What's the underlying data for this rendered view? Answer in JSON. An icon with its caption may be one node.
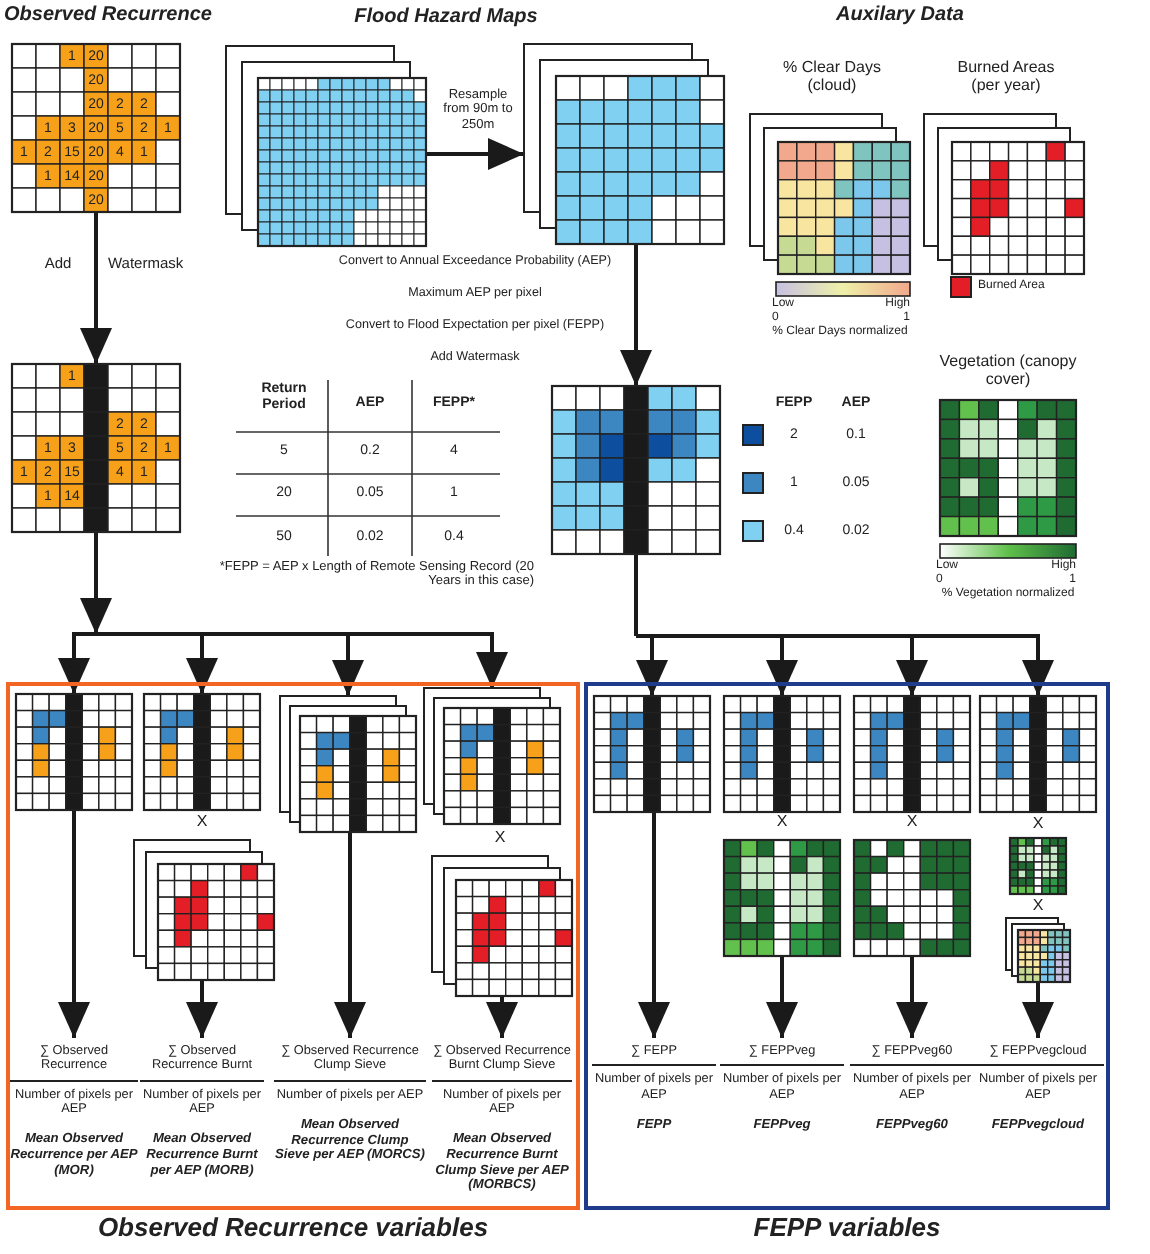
{
  "diagram": {
    "nodes": [
      {
        "text": [
          "Observed Recurrence"
        ]
      },
      {
        "text": [
          "Flood Hazard Maps"
        ]
      },
      {
        "text": [],
        "shape": "grid"
      },
      {
        "text": [],
        "shape": "grid"
      },
      {
        "text": [],
        "shape": "grid"
      },
      {
        "text": [
          "% Clear Days (cloud)"
        ]
      },
      {
        "text": [
          "Burned Areas (per year)"
        ]
      },
      {
        "text": [
          "Vegetation (canopy cover)"
        ]
      },
      {
        "text": [
          "Observed Recurrence variables"
        ]
      },
      {
        "text": [
          "FEPP variables"
        ]
      },
      {
        "text": [],
        "shape": "grid",
        "in": 8
      },
      {
        "text": [
          "∑ Observed Recurrence",
          "Number of pixels per AEP",
          "Mean Observed Recurrence per AEP (MOR)"
        ],
        "in": 8
      },
      {
        "text": [],
        "shape": "grid",
        "in": 8
      },
      {
        "text": [],
        "shape": "grid",
        "in": 8
      },
      {
        "text": [
          "∑ Observed Recurrence Burnt",
          "Number of pixels per AEP",
          "Mean Observed Recurrence Burnt per AEP (MORB)"
        ],
        "in": 8
      },
      {
        "text": [],
        "shape": "grid",
        "in": 8
      },
      {
        "text": [
          "∑ Observed Recurrence Clump Sieve",
          "Number of pixels per AEP",
          "Mean Observed Recurrence Clump Sieve per AEP (MORCS)"
        ],
        "in": 8
      },
      {
        "text": [],
        "shape": "grid",
        "in": 8
      },
      {
        "text": [],
        "shape": "grid",
        "in": 8
      },
      {
        "text": [
          "∑ Observed Recurrence Burnt Clump Sieve",
          "Number of pixels per AEP",
          "Mean Observed Recurrence Burnt Clump Sieve per AEP (MORBCS)"
        ],
        "in": 8
      },
      {
        "text": [],
        "shape": "grid",
        "in": 9
      },
      {
        "text": [
          "∑ FEPP",
          "Number of pixels per AEP",
          "FEPP"
        ],
        "in": 9
      },
      {
        "text": [],
        "shape": "grid",
        "in": 9
      },
      {
        "text": [],
        "shape": "grid",
        "in": 9
      },
      {
        "text": [
          "∑ FEPPveg",
          "Number of pixels per AEP",
          "FEPPveg"
        ],
        "in": 9
      },
      {
        "text": [],
        "shape": "grid",
        "in": 9
      },
      {
        "text": [],
        "shape": "grid",
        "in": 9
      },
      {
        "text": [
          "∑ FEPPveg60",
          "Number of pixels per AEP",
          "FEPPveg60"
        ],
        "in": 9
      },
      {
        "text": [],
        "shape": "grid",
        "in": 9
      },
      {
        "text": [],
        "shape": "grid",
        "in": 9
      },
      {
        "text": [],
        "shape": "grid",
        "in": 9
      },
      {
        "text": [
          "∑ FEPPvegcloud",
          "Number of pixels per AEP",
          "FEPPvegcloud"
        ],
        "in": 9
      }
    ],
    "edges": [
      {
        "from": 0,
        "to": 3,
        "arrow": "to"
      },
      {
        "from": 1,
        "to": 2,
        "arrow": "to",
        "label": "Resample from 90m to 250m"
      },
      {
        "from": 2,
        "to": 4,
        "arrow": "to"
      },
      {
        "from": 3,
        "to": 10,
        "arrow": "to"
      },
      {
        "from": 3,
        "to": 12,
        "arrow": "to"
      },
      {
        "from": 3,
        "to": 15,
        "arrow": "to"
      },
      {
        "from": 3,
        "to": 17,
        "arrow": "to"
      },
      {
        "from": 4,
        "to": 20,
        "arrow": "to"
      },
      {
        "from": 4,
        "to": 22,
        "arrow": "to"
      },
      {
        "from": 4,
        "to": 25,
        "arrow": "to"
      },
      {
        "from": 4,
        "to": 28,
        "arrow": "to"
      },
      {
        "from": 10,
        "to": 11,
        "arrow": "to"
      },
      {
        "from": 13,
        "to": 14,
        "arrow": "to"
      },
      {
        "from": 15,
        "to": 16,
        "arrow": "to"
      },
      {
        "from": 18,
        "to": 19,
        "arrow": "to"
      },
      {
        "from": 20,
        "to": 21,
        "arrow": "to"
      },
      {
        "from": 23,
        "to": 24,
        "arrow": "to"
      },
      {
        "from": 26,
        "to": 27,
        "arrow": "to"
      },
      {
        "from": 30,
        "to": 31,
        "arrow": "to"
      }
    ],
    "labels": [
      "1",
      "20",
      "20",
      "20",
      "2",
      "2",
      "1",
      "3",
      "20",
      "5",
      "2",
      "1",
      "1",
      "2",
      "15",
      "20",
      "4",
      "1",
      "1",
      "14",
      "20",
      "20",
      "1",
      "2",
      "2",
      "1",
      "3",
      "5",
      "2",
      "1",
      "1",
      "2",
      "15",
      "4",
      "1",
      "1",
      "14",
      "Add",
      "Watermask",
      "Convert to Annual Exceedance Probability (AEP)",
      "Maximum AEP per pixel",
      "Convert to Flood Expectation per pixel (FEPP)",
      "Add Watermask",
      "Auxilary Data",
      "Low",
      "High",
      "0",
      "1",
      "% Clear Days normalized",
      "Return Period",
      "AEP",
      "FEPP*",
      "5",
      "0.2",
      "4",
      "20",
      "0.05",
      "1",
      "50",
      "0.02",
      "0.4",
      "*FEPP = AEP x Length of Remote Sensing Record (20 Years in this case)",
      "FEPP",
      "AEP",
      "0.1",
      "0.05",
      "0.02",
      "Low",
      "High",
      "0",
      "1",
      "% Vegetation normalized",
      "X",
      "X",
      "X",
      "X",
      "X",
      "X"
    ],
    "legend": [
      {
        "text": "Burned Area",
        "color": "#e41e26"
      },
      {
        "text": "2",
        "color": "#0d4f9e"
      },
      {
        "text": "1",
        "color": "#3c86c1"
      },
      {
        "text": "0.4",
        "color": "#80d0f2"
      }
    ]
  }
}
